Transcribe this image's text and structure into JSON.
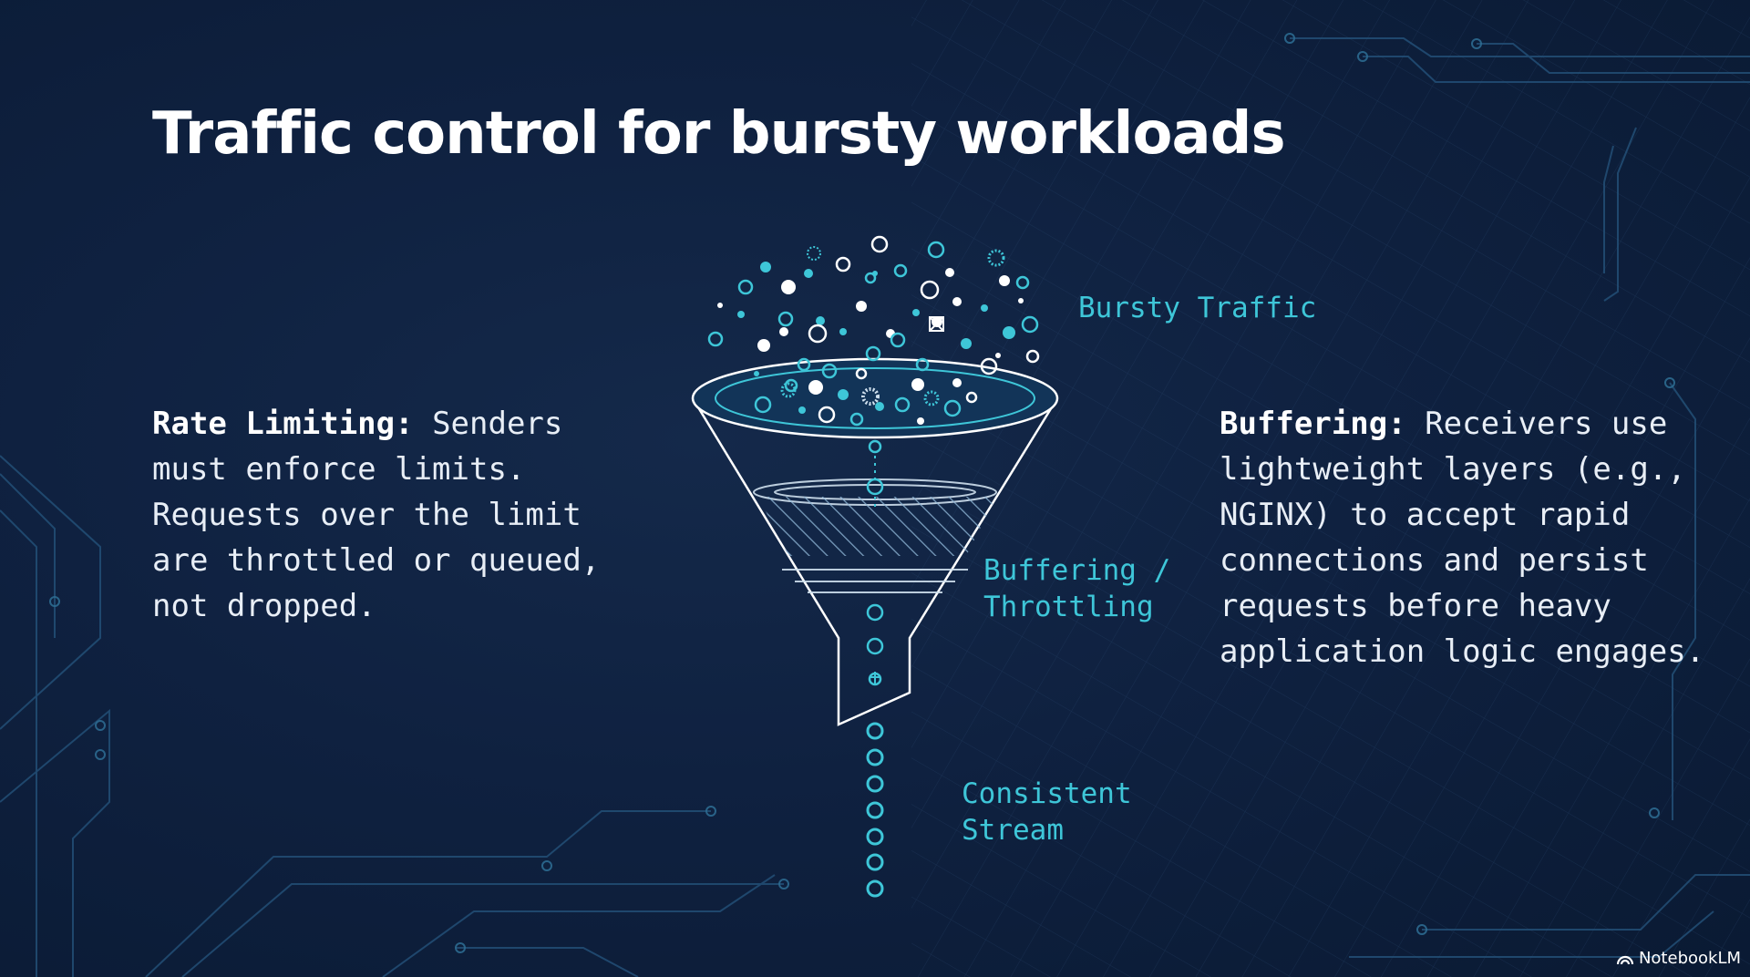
{
  "title": "Traffic control for bursty workloads",
  "rate_limiting": {
    "label": "Rate Limiting:",
    "text": "Senders must enforce limits. Requests over the limit are throttled or queued, not dropped."
  },
  "buffering": {
    "label": "Buffering:",
    "text": "Receivers use lightweight layers (e.g., NGINX) to accept rapid connections and persist requests before heavy application logic engages."
  },
  "funnel_labels": {
    "bursty": "Bursty Traffic",
    "buffering": "Buffering / Throttling",
    "stream": "Consistent Stream"
  },
  "brand": "NotebookLM",
  "colors": {
    "background": "#0f2140",
    "accent_teal": "#3ec6d8",
    "text": "#e8eef6"
  },
  "icons": [
    "funnel-icon",
    "notebooklm-logo-icon"
  ]
}
